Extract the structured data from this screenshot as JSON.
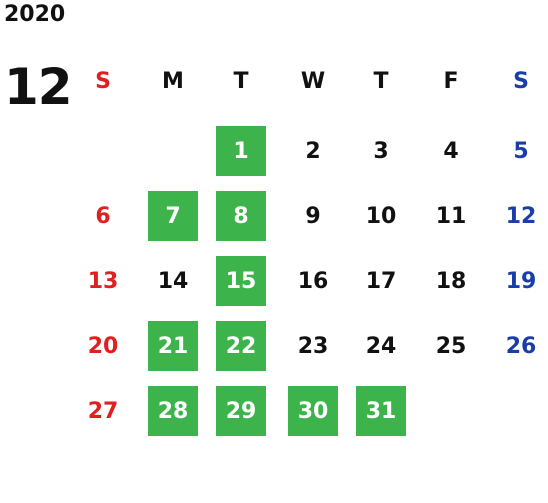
{
  "calendar": {
    "year": "2020",
    "month": "12",
    "weekday_headers": [
      "S",
      "M",
      "T",
      "W",
      "T",
      "F",
      "S"
    ],
    "first_weekday_index": 2,
    "days_in_month": 31,
    "highlighted_days": [
      1,
      7,
      8,
      15,
      21,
      22,
      28,
      29,
      30,
      31
    ]
  },
  "colors": {
    "highlight": "#3cb44b",
    "sunday": "#e02020",
    "saturday": "#1a3ea8",
    "weekday": "#111111",
    "highlight_text": "#ffffff"
  }
}
